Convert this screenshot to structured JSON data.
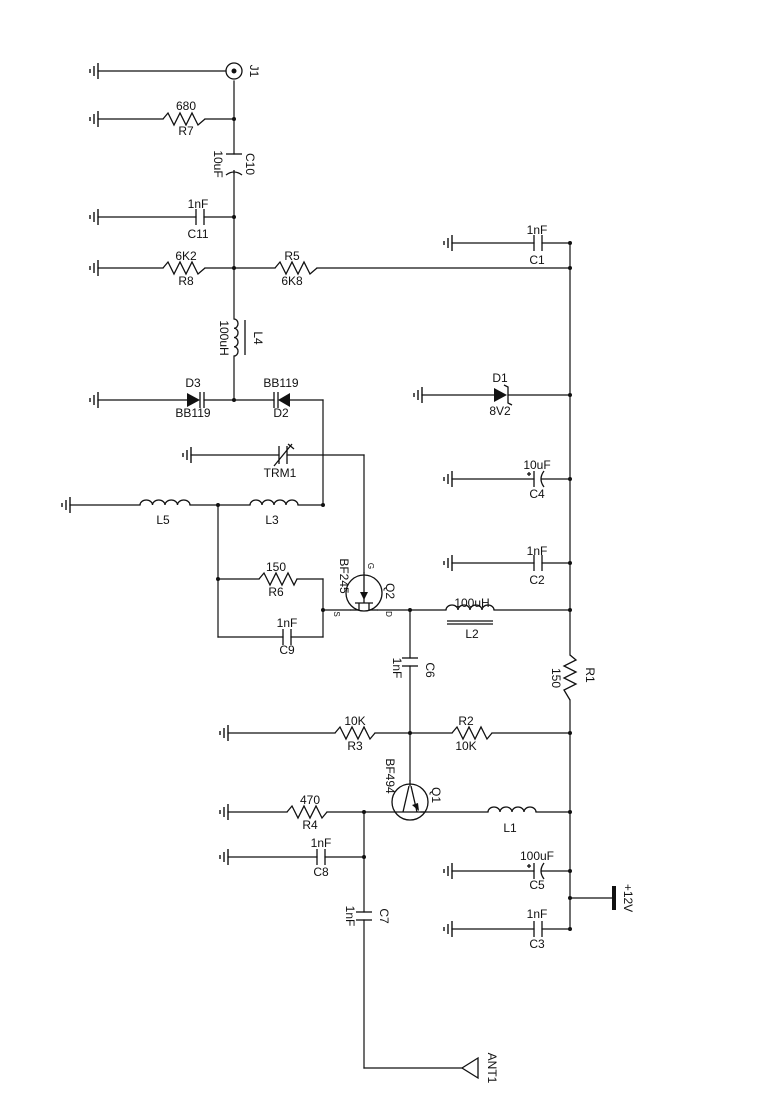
{
  "components": {
    "j1": {
      "ref": "J1"
    },
    "r7": {
      "ref": "R7",
      "value": "680"
    },
    "c10": {
      "ref": "C10",
      "value": "10uF"
    },
    "c11": {
      "ref": "C11",
      "value": "1nF"
    },
    "r8": {
      "ref": "R8",
      "value": "6K2"
    },
    "r5": {
      "ref": "R5",
      "value": "6K8"
    },
    "l4": {
      "ref": "L4",
      "value": "100uH"
    },
    "d3": {
      "ref": "D3",
      "value": "BB119"
    },
    "d2": {
      "ref": "D2",
      "value": "BB119"
    },
    "trm1": {
      "ref": "TRM1"
    },
    "l5": {
      "ref": "L5"
    },
    "l3": {
      "ref": "L3"
    },
    "r6": {
      "ref": "R6",
      "value": "150"
    },
    "c9": {
      "ref": "C9",
      "value": "1nF"
    },
    "q2": {
      "ref": "Q2",
      "value": "BF245",
      "pin_g": "G",
      "pin_s": "S",
      "pin_d": "D"
    },
    "c6": {
      "ref": "C6",
      "value": "1nF"
    },
    "l2": {
      "ref": "L2",
      "value": "100uH"
    },
    "c1": {
      "ref": "C1",
      "value": "1nF"
    },
    "d1": {
      "ref": "D1",
      "value": "8V2"
    },
    "c4": {
      "ref": "C4",
      "value": "10uF"
    },
    "c2": {
      "ref": "C2",
      "value": "1nF"
    },
    "r1": {
      "ref": "R1",
      "value": "150"
    },
    "r3": {
      "ref": "R3",
      "value": "10K"
    },
    "r2": {
      "ref": "R2",
      "value": "10K"
    },
    "q1": {
      "ref": "Q1",
      "value": "BF494"
    },
    "r4": {
      "ref": "R4",
      "value": "470"
    },
    "l1": {
      "ref": "L1"
    },
    "c8": {
      "ref": "C8",
      "value": "1nF"
    },
    "c5": {
      "ref": "C5",
      "value": "100uF"
    },
    "c3": {
      "ref": "C3",
      "value": "1nF"
    },
    "c7": {
      "ref": "C7",
      "value": "1nF"
    },
    "ant1": {
      "ref": "ANT1"
    }
  },
  "power": {
    "supply_label": "+12V"
  }
}
